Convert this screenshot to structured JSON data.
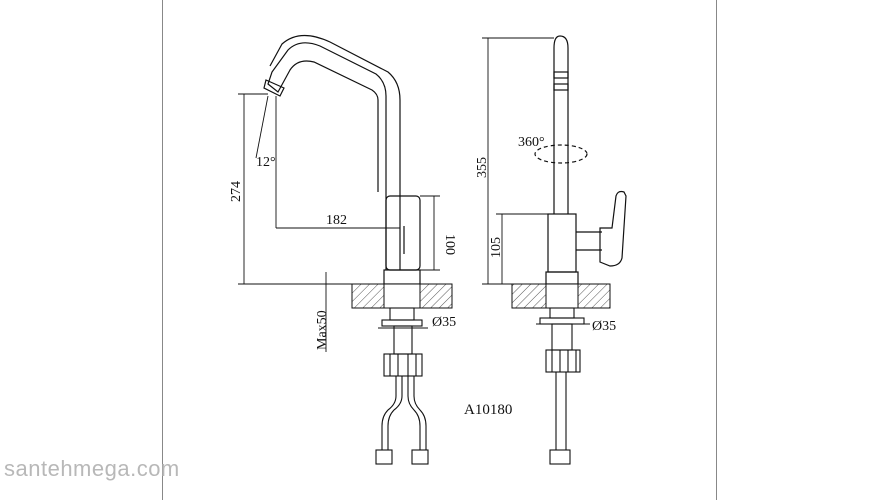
{
  "dimensions": {
    "spout_reach": "182",
    "body_height": "100",
    "total_height_front": "274",
    "spout_angle": "12°",
    "max_thickness": "Max50",
    "shank_diameter_front": "Ø35",
    "total_height_side": "355",
    "swivel": "360°",
    "lever_height": "105",
    "shank_diameter_side": "Ø35"
  },
  "model": "A10180",
  "watermark": "santehmega.com"
}
